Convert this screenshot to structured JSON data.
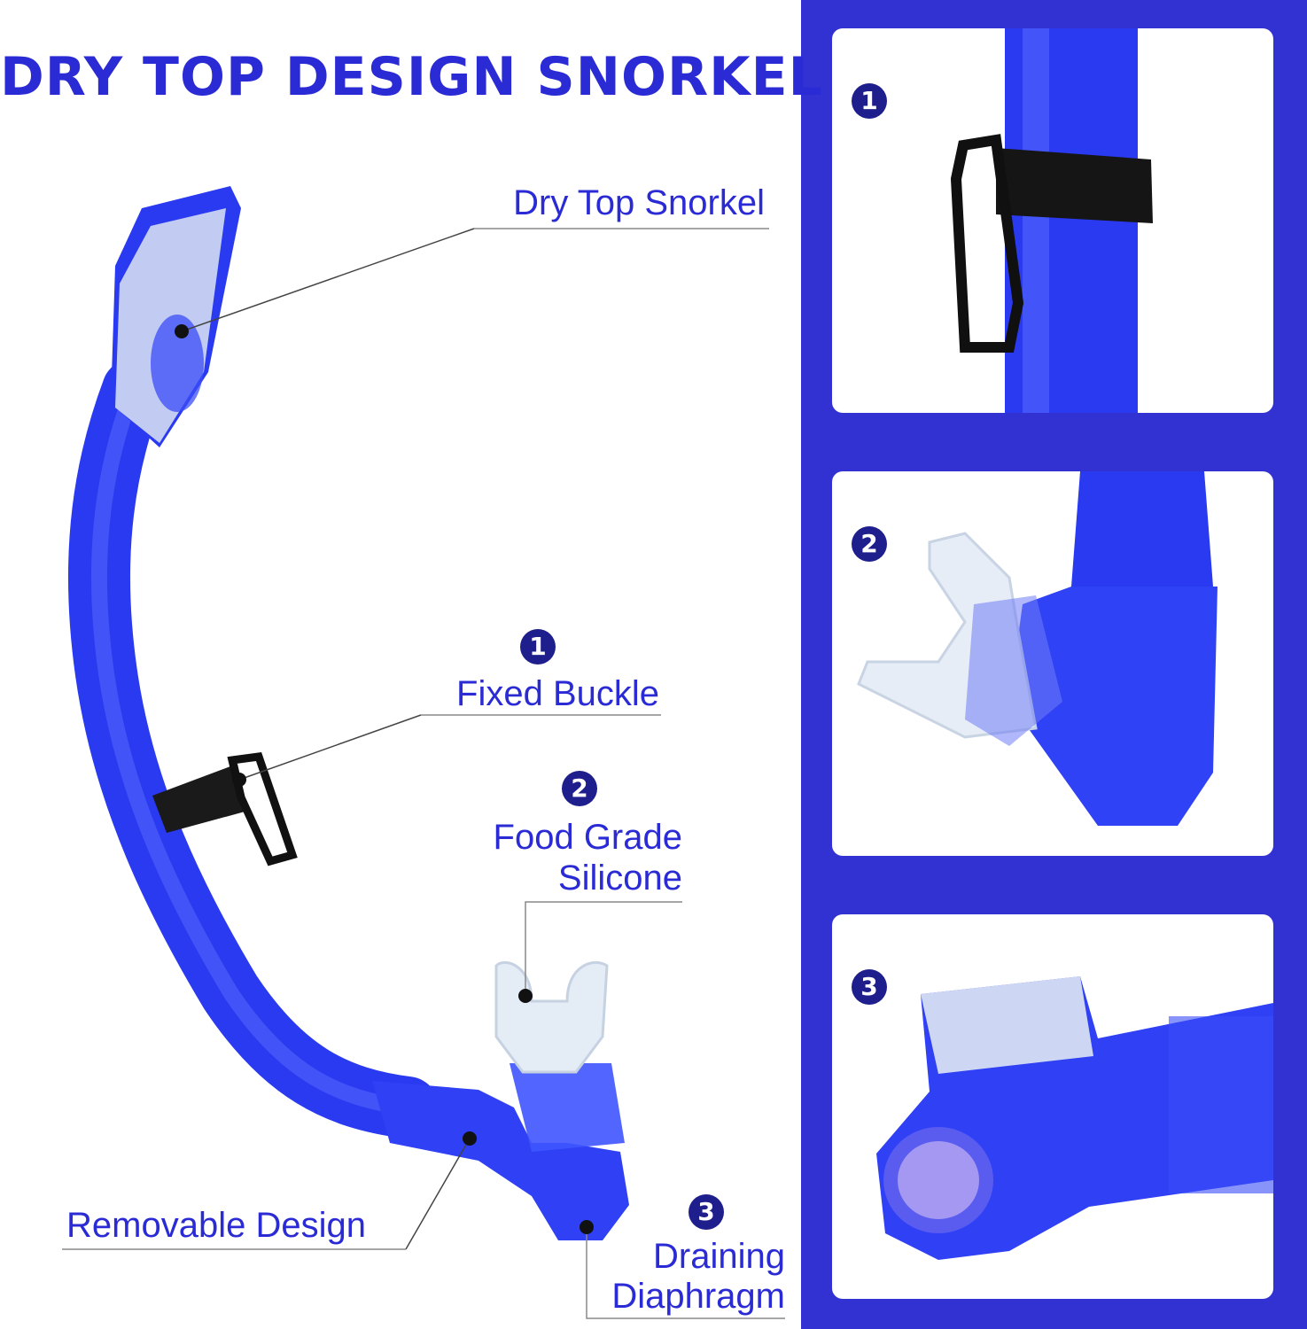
{
  "title": "DRY TOP DESIGN SNORKEL",
  "callouts": {
    "dry_top": "Dry Top Snorkel",
    "fixed_buckle": {
      "number": "1",
      "label": "Fixed Buckle"
    },
    "food_grade": {
      "number": "2",
      "line1": "Food Grade",
      "line2": "Silicone"
    },
    "removable": "Removable Design",
    "draining": {
      "number": "3",
      "line1": "Draining",
      "line2": "Diaphragm"
    }
  },
  "panels": [
    {
      "number": "1"
    },
    {
      "number": "2"
    },
    {
      "number": "3"
    }
  ],
  "colors": {
    "accent": "#2b2bd6",
    "panel_bg": "#3232d2",
    "snorkel_blue": "#2a3af0",
    "badge": "#1e1e8c"
  }
}
